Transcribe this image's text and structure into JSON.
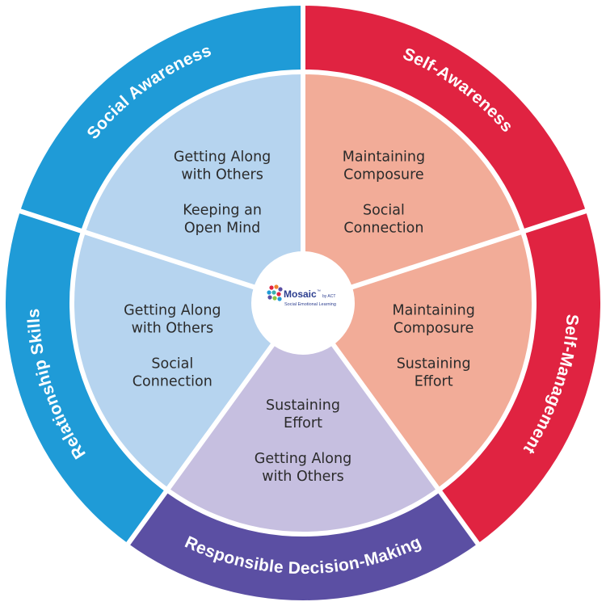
{
  "colors": {
    "red": "#e02341",
    "salmon": "#f2ac98",
    "lavender": "#c6bfe0",
    "purple": "#5b4fa3",
    "blue": "#1f9bd7",
    "light_blue": "#b6d4ef",
    "separator": "#ffffff"
  },
  "segments": [
    {
      "key": "self-awareness",
      "outer_label": "Self-Awareness",
      "outer_color": "#e02341",
      "inner_color": "#f2ac98",
      "inner_lines": [
        "Maintaining",
        "Composure",
        "",
        "Social",
        "Connection"
      ]
    },
    {
      "key": "self-management",
      "outer_label": "Self-Management",
      "outer_color": "#e02341",
      "inner_color": "#f2ac98",
      "inner_lines": [
        "Maintaining",
        "Composure",
        "",
        "Sustaining",
        "Effort"
      ]
    },
    {
      "key": "responsible-decision-making",
      "outer_label": "Responsible Decision-Making",
      "outer_color": "#5b4fa3",
      "inner_color": "#c6bfe0",
      "inner_lines": [
        "Sustaining",
        "Effort",
        "",
        "Getting Along",
        "with Others"
      ]
    },
    {
      "key": "relationship-skills",
      "outer_label": "Relationship Skills",
      "outer_color": "#1f9bd7",
      "inner_color": "#b6d4ef",
      "inner_lines": [
        "Getting Along",
        "with Others",
        "",
        "Social",
        "Connection"
      ]
    },
    {
      "key": "social-awareness",
      "outer_label": "Social Awareness",
      "outer_color": "#1f9bd7",
      "inner_color": "#b6d4ef",
      "inner_lines": [
        "Getting Along",
        "with Others",
        "",
        "Keeping an",
        "Open Mind"
      ]
    }
  ],
  "logo": {
    "name": "Mosaic",
    "tm": "™",
    "by": "by ACT",
    "tagline": "Social Emotional Learning"
  }
}
